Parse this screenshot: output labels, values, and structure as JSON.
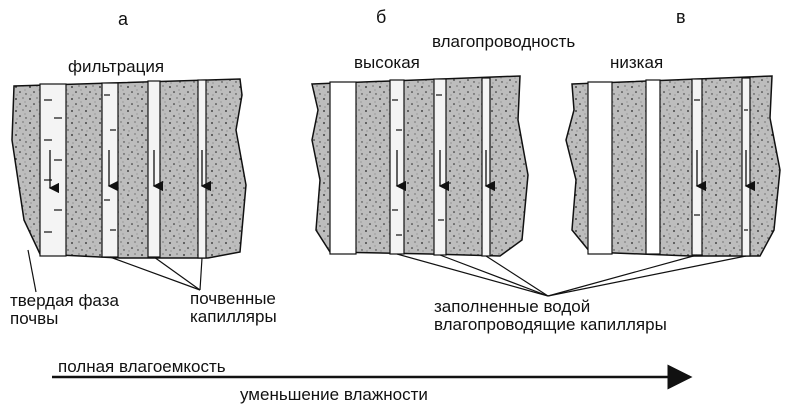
{
  "panels": [
    {
      "letter": "а",
      "top_label": "фильтрация"
    },
    {
      "letter": "б",
      "top_label": "высокая"
    },
    {
      "letter": "в",
      "top_label": "низкая"
    }
  ],
  "header_label": "влагопроводность",
  "labels": {
    "solid_phase": "твердая фаза\nпочвы",
    "soil_capillaries": "почвенные\nкапилляры",
    "filled_capillaries": "заполненные водой\nвлагопроводящие капилляры"
  },
  "axis": {
    "top_text": "полная влагоемкость",
    "bottom_text": "уменьшение влажности"
  },
  "colors": {
    "ink": "#111111",
    "soil": "#bdbdbd",
    "capillary": "#f4f4f4"
  }
}
